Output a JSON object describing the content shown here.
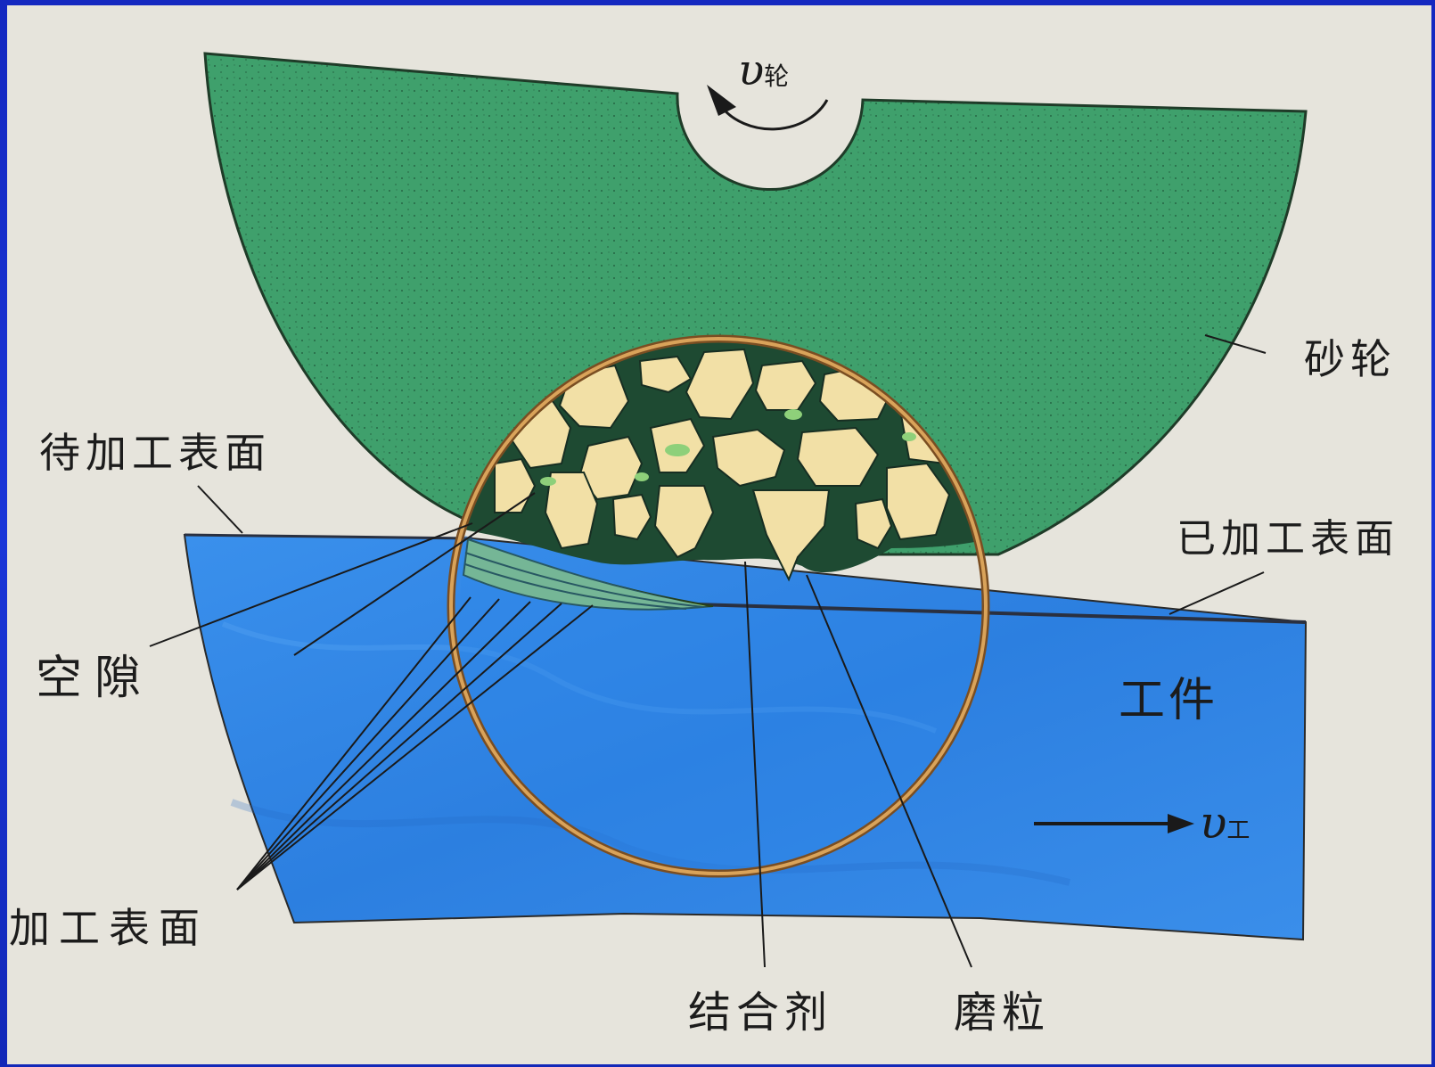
{
  "diagram": {
    "labels": {
      "grinding_wheel": "砂轮",
      "surface_to_be_machined": "待加工表面",
      "machined_surface": "已加工表面",
      "gap": "空隙",
      "workpiece": "工件",
      "surface_being_machined": "加工表面",
      "bond": "结合剂",
      "abrasive_grain": "磨粒"
    },
    "wheel_velocity": {
      "symbol": "υ",
      "subscript": "轮"
    },
    "work_velocity": {
      "symbol": "υ",
      "subscript": "工"
    },
    "colors": {
      "background": "#e6e4dc",
      "frame": "#1830c8",
      "wheel": "#3fa06c",
      "workpiece": "#2f86e8",
      "grain": "#f2e0a6",
      "bond": "#1e4a32",
      "chip": "#9ccf6a",
      "ring": "#b07a34"
    },
    "icons": [
      "rotation-arrow-icon",
      "direction-arrow-icon"
    ]
  }
}
